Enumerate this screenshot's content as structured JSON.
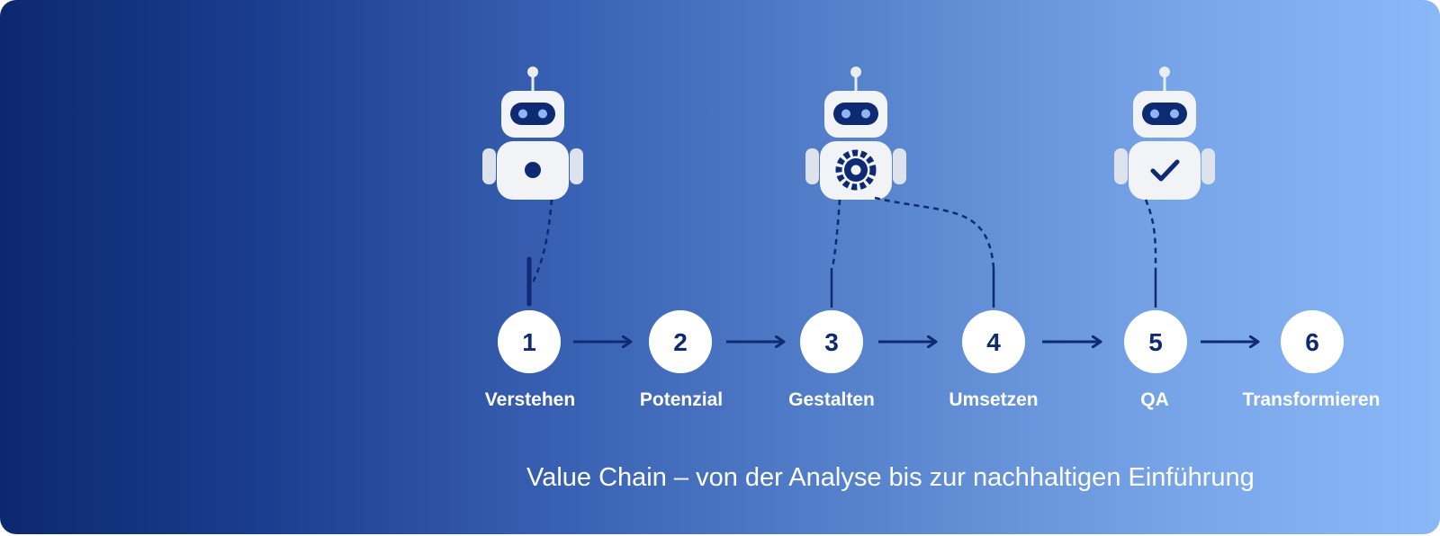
{
  "steps": [
    {
      "number": "1",
      "label": "Verstehen"
    },
    {
      "number": "2",
      "label": "Potenzial"
    },
    {
      "number": "3",
      "label": "Gestalten"
    },
    {
      "number": "4",
      "label": "Umsetzen"
    },
    {
      "number": "5",
      "label": "QA"
    },
    {
      "number": "6",
      "label": "Transformieren"
    }
  ],
  "robots": [
    {
      "icon": "dot-icon",
      "linked_steps": [
        "1"
      ]
    },
    {
      "icon": "gear-icon",
      "linked_steps": [
        "3",
        "4"
      ]
    },
    {
      "icon": "checkmark-icon",
      "linked_steps": [
        "5"
      ]
    }
  ],
  "caption": "Value Chain – von der Analyse bis zur nachhaltigen Einführung",
  "colors": {
    "gradient_start": "#0c2870",
    "gradient_end": "#8ab8f7",
    "node_fill": "#ffffff",
    "accent_navy": "#0d2a72",
    "robot_body": "#f1f3f7"
  }
}
